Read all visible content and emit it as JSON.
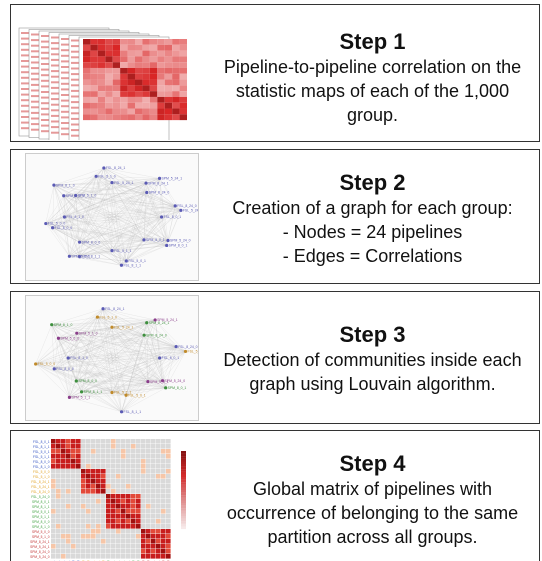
{
  "steps": [
    {
      "title": "Step 1",
      "description": [
        "Pipeline-to-pipeline correlation on the",
        "statistic maps of each of the 1,000",
        "group."
      ]
    },
    {
      "title": "Step 2",
      "description": [
        "Creation of a graph for each group:",
        "- Nodes = 24 pipelines",
        "- Edges = Correlations"
      ],
      "graph_nodes": [
        "FSL_8_0_1",
        "SPM_8_0_1",
        "FSL_5_0_1",
        "SPM_5_0_1",
        "FSL_8_1_1",
        "SPM_8_1_1",
        "FSL_5_1_1",
        "SPM_5_1_1",
        "FSL_8_0_0",
        "SPM_8_0_0",
        "FSL_5_0_0",
        "SPM_5_0_0",
        "FSL_8_1_0",
        "SPM_8_1_0",
        "FSL_5_1_0",
        "SPM_5_1_0",
        "FSL_8_24_1",
        "SPM_8_24_1",
        "FSL_5_24_1",
        "SPM_5_24_1",
        "FSL_8_24_0",
        "SPM_8_24_0",
        "FSL_5_24_0",
        "SPM_5_24_0"
      ]
    },
    {
      "title": "Step 3",
      "description": [
        "Detection of communities inside each",
        "graph using Louvain algorithm."
      ],
      "community_colors": [
        "#5a5ab4",
        "#3d8f3d",
        "#c08a2a",
        "#8a3d8a"
      ]
    },
    {
      "title": "Step 4",
      "description": [
        "Global matrix of pipelines with",
        "occurrence of belonging to the same",
        "partition across all groups."
      ],
      "matrix_labels": [
        "FSL_8_0_1",
        "FSL_8_1_1",
        "FSL_5_0_1",
        "FSL_5_1_1",
        "FSL_8_0_0",
        "FSL_8_1_0",
        "FSL_5_0_0",
        "FSL_5_1_0",
        "FSL_8_24_1",
        "FSL_5_24_1",
        "FSL_8_24_0",
        "FSL_5_24_0",
        "SPM_8_0_1",
        "SPM_8_1_1",
        "SPM_5_0_1",
        "SPM_5_1_1",
        "SPM_8_0_0",
        "SPM_8_1_0",
        "SPM_5_0_0",
        "SPM_5_1_0",
        "SPM_8_24_1",
        "SPM_5_24_1",
        "SPM_8_24_0",
        "SPM_5_24_0"
      ],
      "label_colors": [
        "#3050c0",
        "#3050c0",
        "#3050c0",
        "#3050c0",
        "#3050c0",
        "#3050c0",
        "#e0a020",
        "#e0a020",
        "#e0a020",
        "#e0a020",
        "#e0a020",
        "#40a040",
        "#40a040",
        "#40a040",
        "#40a040",
        "#40a040",
        "#40a040",
        "#40a040",
        "#c03030",
        "#c03030",
        "#c03030",
        "#c03030",
        "#c03030",
        "#c03030"
      ]
    }
  ]
}
